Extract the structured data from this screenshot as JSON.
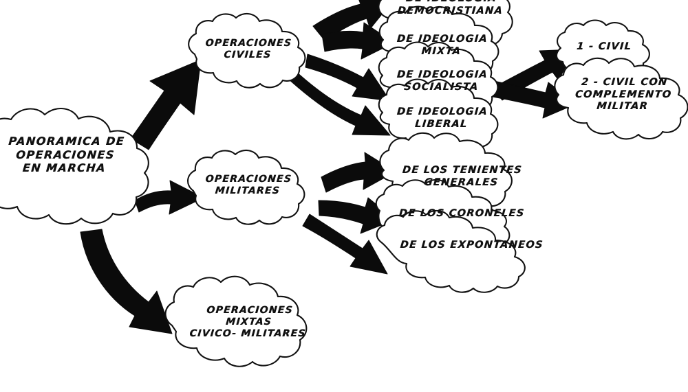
{
  "diagram": {
    "title": "PANORAMICA DE OPERACIONES EN MARCHA",
    "style": "hand-drawn-marker-mindmap",
    "ink_color": "#111111",
    "background_color": "#ffffff",
    "language": "es"
  },
  "nodes": {
    "root": {
      "label": "PANORAMICA DE\nOPERACIONES\nEN MARCHA",
      "note": "cloud clipped by left edge of image"
    },
    "civiles": {
      "label": "OPERACIONES\nCIVILES"
    },
    "militares": {
      "label": "OPERACIONES\nMILITARES"
    },
    "mixtas": {
      "label": "OPERACIONES\nMIXTAS\nCIVICO- MILITARES"
    },
    "democristiana": {
      "label": "DE IDEOLOGIA\nDEMOCRISTIANA"
    },
    "mixta": {
      "label": "DE IDEOLOGIA\nMIXTA"
    },
    "socialista": {
      "label": "DE IDEOLOGIA\nSOCIALISTA"
    },
    "liberal": {
      "label": "DE IDEOLOGIA\nLIBERAL"
    },
    "tenientes": {
      "label": "DE LOS TENIENTES\nGENERALES"
    },
    "coroneles": {
      "label": "DE  LOS  CORONELES"
    },
    "expontaneos": {
      "label": "DE  LOS  EXPONTANEOS"
    },
    "civil": {
      "label": "1 -  CIVIL"
    },
    "civil_complemento": {
      "label": "2 -  CIVIL CON\nCOMPLEMENTO\nMILITAR"
    }
  },
  "edges": [
    {
      "from": "root",
      "to": "civiles"
    },
    {
      "from": "root",
      "to": "militares"
    },
    {
      "from": "root",
      "to": "mixtas"
    },
    {
      "from": "civiles",
      "to": "democristiana"
    },
    {
      "from": "civiles",
      "to": "mixta"
    },
    {
      "from": "civiles",
      "to": "socialista"
    },
    {
      "from": "civiles",
      "to": "liberal"
    },
    {
      "from": "militares",
      "to": "tenientes"
    },
    {
      "from": "militares",
      "to": "coroneles"
    },
    {
      "from": "militares",
      "to": "expontaneos"
    },
    {
      "from": "socialista",
      "to": "civil"
    },
    {
      "from": "socialista",
      "to": "civil_complemento"
    }
  ]
}
